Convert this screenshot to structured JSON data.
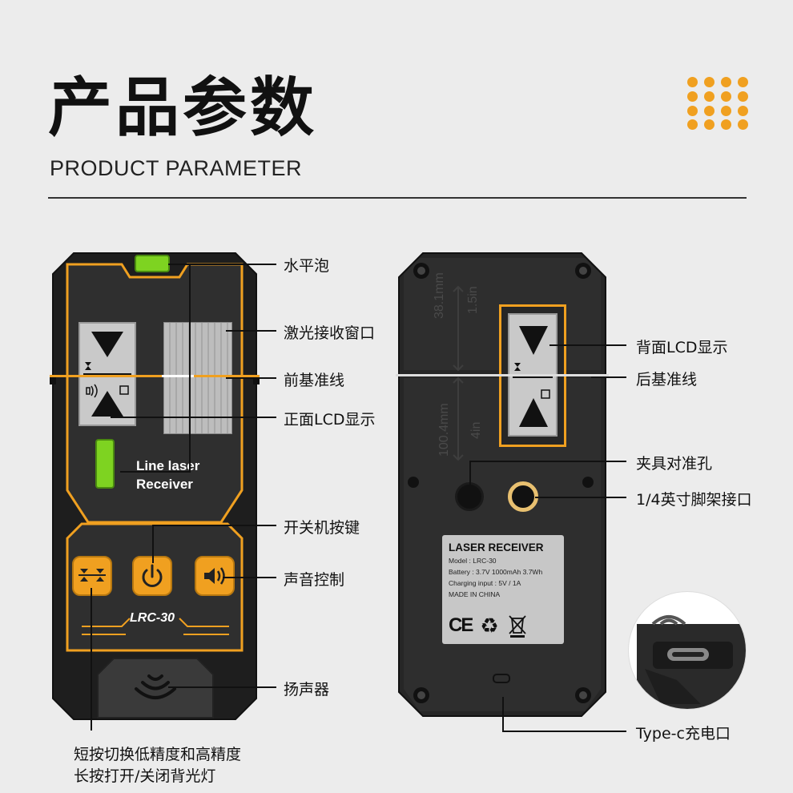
{
  "header": {
    "title_cn": "产品参数",
    "title_en": "PRODUCT PARAMETER"
  },
  "front_device": {
    "product_text_line1": "Line laser",
    "product_text_line2": "Receiver",
    "model_badge": "LRC-30",
    "buttons": [
      "precision-toggle",
      "power",
      "sound"
    ]
  },
  "back_device": {
    "dim_top_mm": "38.1mm",
    "dim_top_in": "1.5in",
    "dim_bottom_mm": "100.4mm",
    "dim_bottom_in": "4in",
    "label_title": "LASER RECEIVER",
    "label_model": "Model : LRC-30",
    "label_battery": "Battery : 3.7V 1000mAh 3.7Wh",
    "label_charging": "Charging input : 5V / 1A",
    "label_origin": "MADE IN CHINA",
    "label_ce": "CE"
  },
  "callouts": {
    "bubble_level": "水平泡",
    "laser_window": "激光接收窗口",
    "front_reference_line": "前基准线",
    "front_lcd": "正面LCD显示",
    "power_button": "开关机按键",
    "sound_control": "声音控制",
    "speaker": "扬声器",
    "precision_line1": "短按切换低精度和高精度",
    "precision_line2": "长按打开/关闭背光灯",
    "back_lcd": "背面LCD显示",
    "back_reference_line": "后基准线",
    "clamp_hole": "夹具对准孔",
    "tripod_mount": "1/4英寸脚架接口",
    "type_c_port": "Type-c充电口"
  },
  "colors": {
    "accent": "#f0a020",
    "body": "#2a2a2a",
    "level_green": "#7ed321",
    "lcd": "#c9c9c9"
  }
}
